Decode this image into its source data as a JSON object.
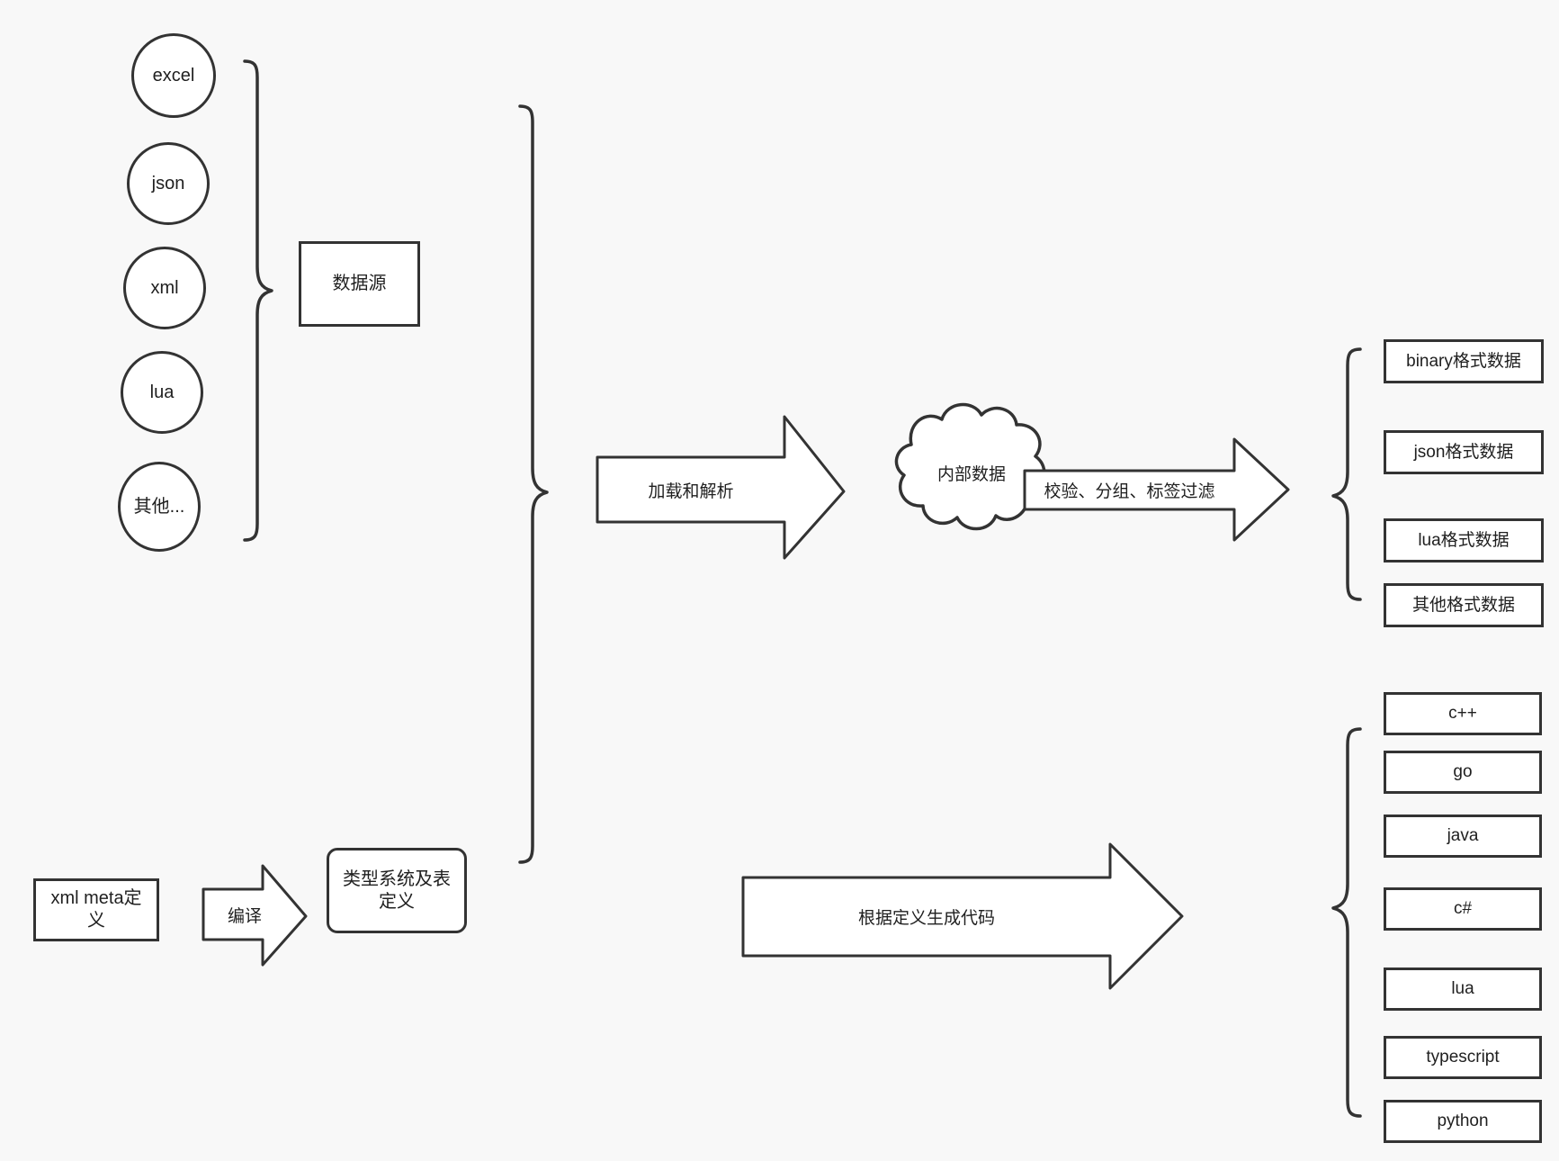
{
  "diagram": {
    "title": "data pipeline architecture diagram",
    "background_color": "#f8f8f8",
    "stroke_color": "#333333",
    "fill_color": "#ffffff",
    "text_color": "#1f1f1f"
  },
  "sources": {
    "group_label": "数据源",
    "items": [
      {
        "label": "excel"
      },
      {
        "label": "json"
      },
      {
        "label": "xml"
      },
      {
        "label": "lua"
      },
      {
        "label": "其他..."
      }
    ]
  },
  "meta": {
    "definition_label": "xml meta定义",
    "compile_label": "编译",
    "type_system_label": "类型系统及表定义"
  },
  "pipeline": {
    "load_parse_label": "加载和解析",
    "internal_data_label": "内部数据",
    "validate_label": "校验、分组、标签过滤",
    "codegen_label": "根据定义生成代码"
  },
  "outputs": {
    "data_formats": [
      {
        "label": "binary格式数据"
      },
      {
        "label": "json格式数据"
      },
      {
        "label": "lua格式数据"
      },
      {
        "label": "其他格式数据"
      }
    ],
    "languages": [
      {
        "label": "c++"
      },
      {
        "label": "go"
      },
      {
        "label": "java"
      },
      {
        "label": "c#"
      },
      {
        "label": "lua"
      },
      {
        "label": "typescript"
      },
      {
        "label": "python"
      }
    ]
  }
}
